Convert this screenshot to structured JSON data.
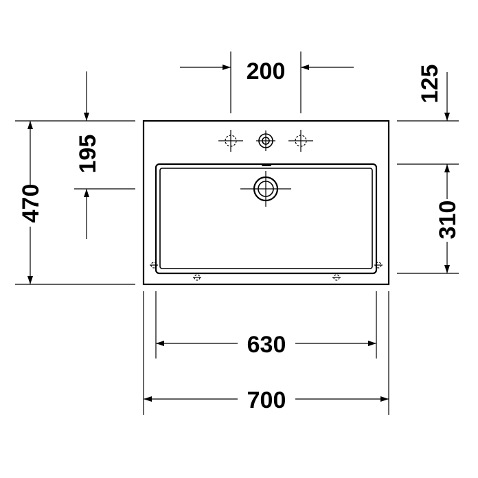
{
  "dimensions": {
    "tap_hole_spacing": "200",
    "tap_hole_to_back": "125",
    "overall_depth": "470",
    "back_to_drain": "195",
    "bowl_depth": "310",
    "bowl_width": "630",
    "overall_width": "700"
  },
  "colors": {
    "line": "#000000",
    "background": "#ffffff"
  }
}
